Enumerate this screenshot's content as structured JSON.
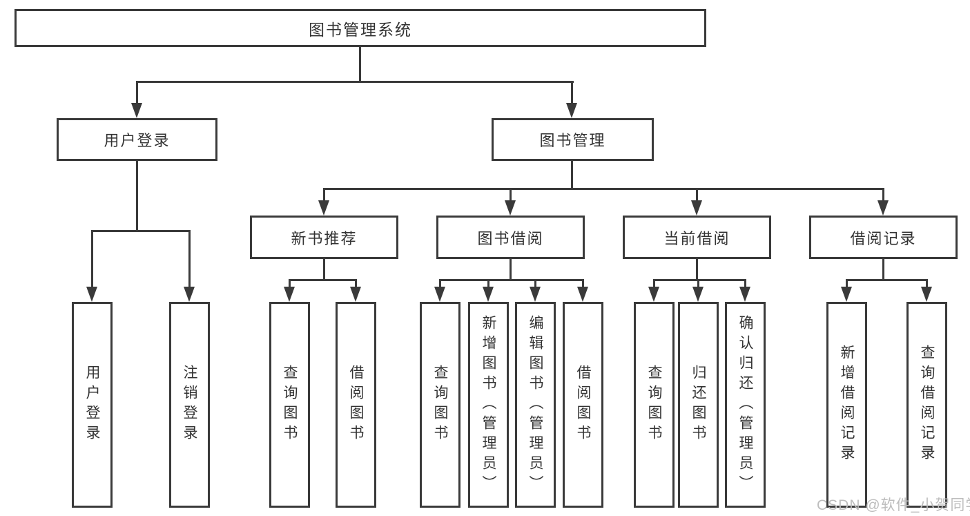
{
  "diagram": {
    "title": "图书管理系统",
    "tree": {
      "label": "图书管理系统",
      "children": [
        {
          "label": "用户登录",
          "children": [
            {
              "label": "用户登录"
            },
            {
              "label": "注销登录"
            }
          ]
        },
        {
          "label": "图书管理",
          "children": [
            {
              "label": "新书推荐",
              "children": [
                {
                  "label": "查询图书"
                },
                {
                  "label": "借阅图书"
                }
              ]
            },
            {
              "label": "图书借阅",
              "children": [
                {
                  "label": "查询图书"
                },
                {
                  "label": "新增图书（管理员）"
                },
                {
                  "label": "编辑图书（管理员）"
                },
                {
                  "label": "借阅图书"
                }
              ]
            },
            {
              "label": "当前借阅",
              "children": [
                {
                  "label": "查询图书"
                },
                {
                  "label": "归还图书"
                },
                {
                  "label": "确认归还（管理员）"
                }
              ]
            },
            {
              "label": "借阅记录",
              "children": [
                {
                  "label": "新增借阅记录"
                },
                {
                  "label": "查询借阅记录"
                }
              ]
            }
          ]
        }
      ]
    },
    "watermark": "CSDN @软件_小贺同学",
    "colors": {
      "line": "#3a3a3a",
      "text": "#333333",
      "watermark": "#bdbdbd",
      "background": "#ffffff"
    }
  }
}
